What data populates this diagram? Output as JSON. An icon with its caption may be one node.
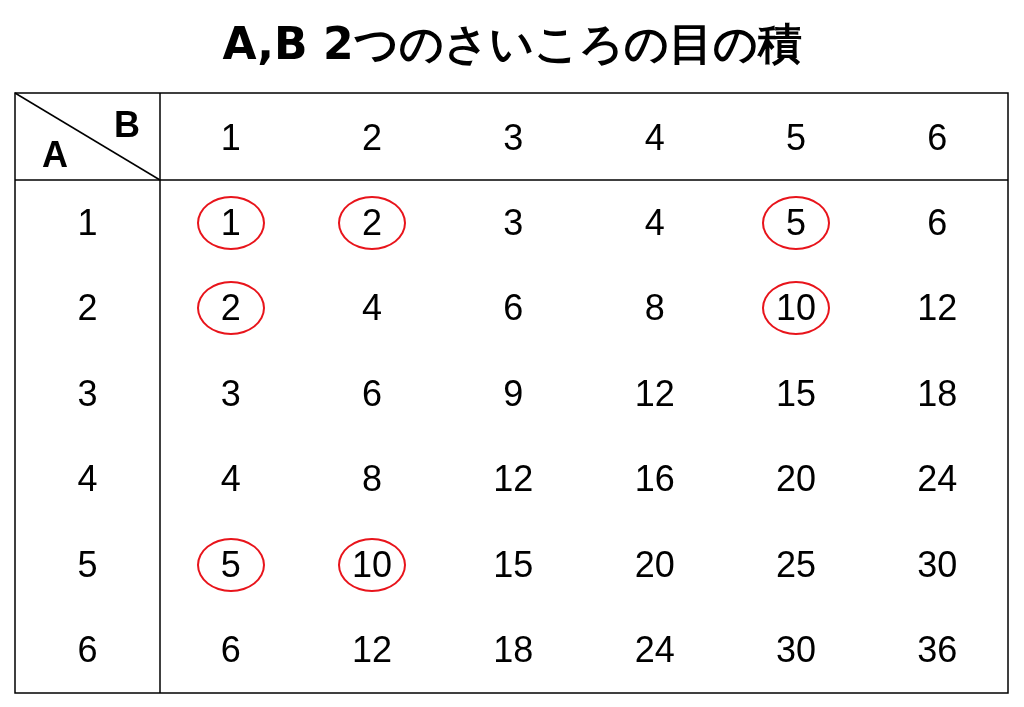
{
  "diagram": {
    "title": "A,B 2つのさいころの目の積",
    "nodes": [
      {
        "text": [
          "1"
        ]
      },
      {
        "text": [
          "2"
        ]
      },
      {
        "text": [
          "5"
        ]
      },
      {
        "text": [
          "2"
        ]
      },
      {
        "text": [
          "10"
        ]
      },
      {
        "text": [
          "5"
        ]
      },
      {
        "text": [
          "10"
        ]
      }
    ],
    "edges": [],
    "labels": [
      "B",
      "A",
      "1",
      "2",
      "3",
      "4",
      "5",
      "6",
      "1",
      "3",
      "4",
      "6",
      "2",
      "4",
      "6",
      "8",
      "12",
      "3",
      "3",
      "6",
      "9",
      "12",
      "15",
      "18",
      "4",
      "4",
      "8",
      "12",
      "16",
      "20",
      "24",
      "5",
      "15",
      "20",
      "25",
      "30",
      "6",
      "6",
      "12",
      "18",
      "24",
      "30",
      "36"
    ]
  }
}
